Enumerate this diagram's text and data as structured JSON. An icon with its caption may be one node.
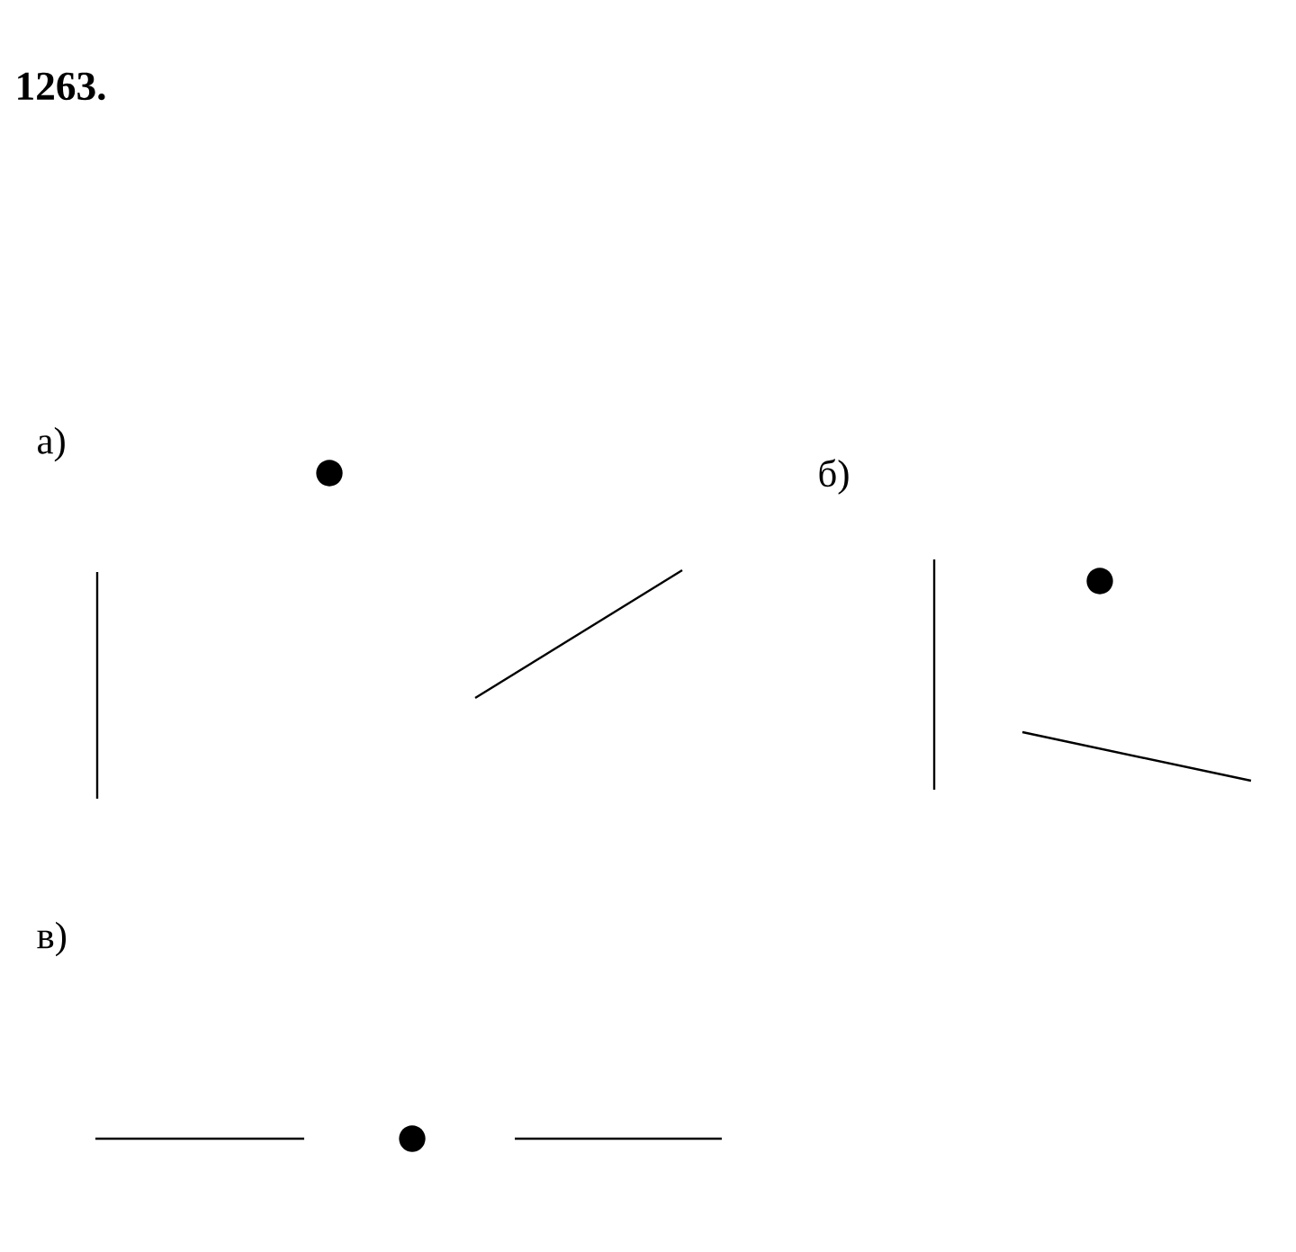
{
  "diagram": {
    "title": "1263.",
    "labels": [
      "а)",
      "б)",
      "в)"
    ]
  }
}
